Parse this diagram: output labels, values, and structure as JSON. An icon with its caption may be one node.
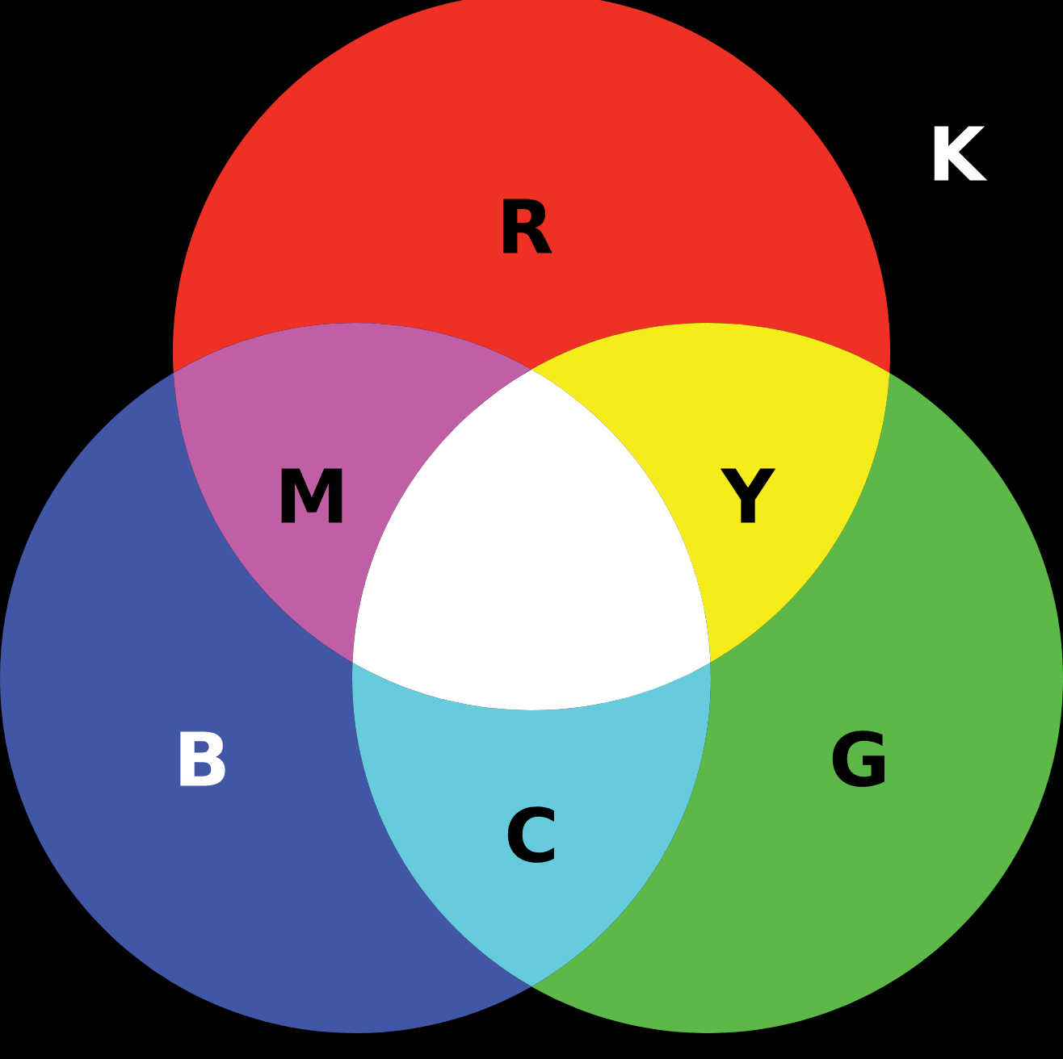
{
  "diagram": {
    "nodes": [
      {
        "text": [
          "R"
        ]
      },
      {
        "text": [
          "B"
        ]
      },
      {
        "text": [
          "G"
        ]
      }
    ],
    "edges": [],
    "labels": [
      "K",
      "M",
      "Y",
      "C"
    ]
  }
}
